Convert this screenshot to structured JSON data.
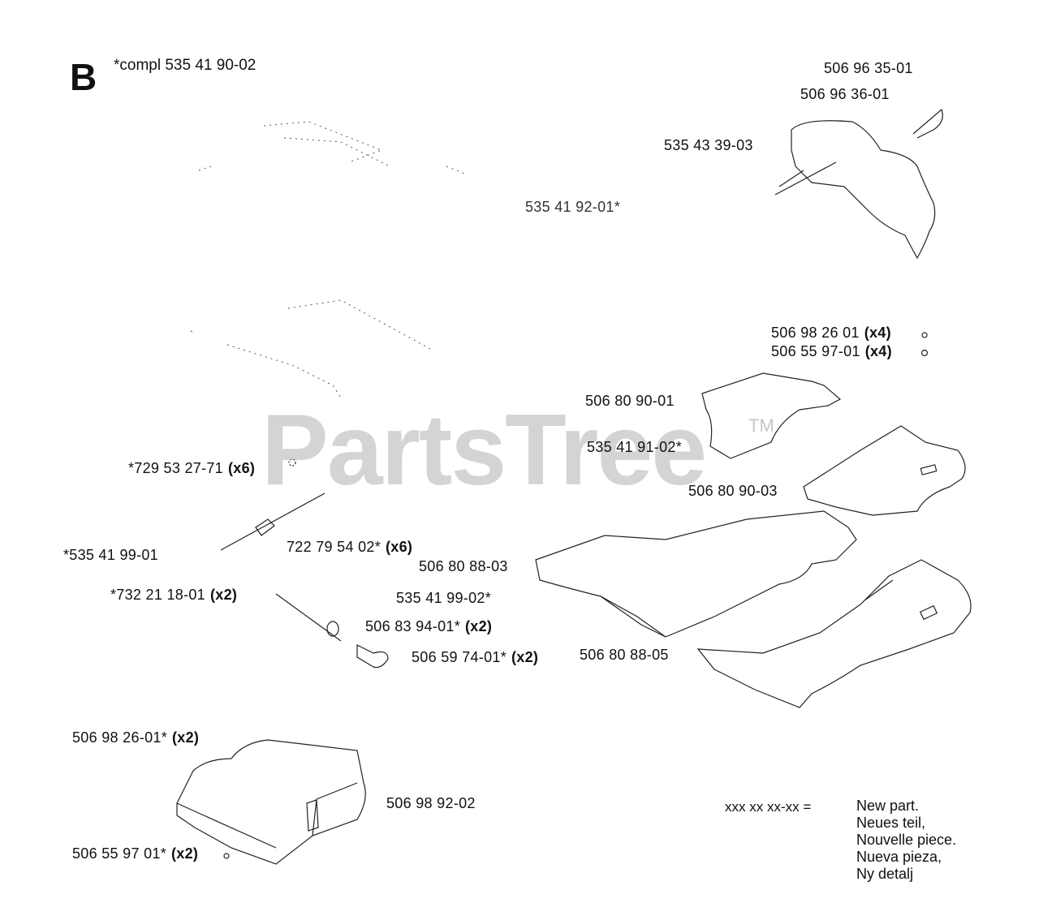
{
  "section_letter": "B",
  "assembly": "*compl 535 41 90-02",
  "watermark": {
    "name": "PartsTree",
    "tm": "TM"
  },
  "labels": [
    {
      "id": "p1",
      "text": "506 96 35-01",
      "qty": ""
    },
    {
      "id": "p2",
      "text": "506 96 36-01",
      "qty": ""
    },
    {
      "id": "p3",
      "text": "535 43 39-03",
      "qty": ""
    },
    {
      "id": "p4",
      "text": "535 41 92-01*",
      "qty": ""
    },
    {
      "id": "p5",
      "text": "506 98 26 01",
      "qty": "(x4)"
    },
    {
      "id": "p6",
      "text": "506 55 97-01",
      "qty": "(x4)"
    },
    {
      "id": "p7",
      "text": "506 80 90-01",
      "qty": ""
    },
    {
      "id": "p8",
      "text": "535 41 91-02*",
      "qty": ""
    },
    {
      "id": "p9",
      "text": "506 80 90-03",
      "qty": ""
    },
    {
      "id": "p10",
      "text": "*729 53 27-71",
      "qty": "(x6)"
    },
    {
      "id": "p11",
      "text": "*535 41 99-01",
      "qty": ""
    },
    {
      "id": "p12",
      "text": "722 79 54 02*",
      "qty": "(x6)"
    },
    {
      "id": "p13",
      "text": "506 80 88-03",
      "qty": ""
    },
    {
      "id": "p14",
      "text": "*732 21 18-01",
      "qty": "(x2)"
    },
    {
      "id": "p15",
      "text": "535 41 99-02*",
      "qty": ""
    },
    {
      "id": "p16",
      "text": "506 83 94-01*",
      "qty": "(x2)"
    },
    {
      "id": "p17",
      "text": "506 59 74-01*",
      "qty": "(x2)"
    },
    {
      "id": "p18",
      "text": "506 80 88-05",
      "qty": ""
    },
    {
      "id": "p19",
      "text": "506 98 26-01*",
      "qty": "(x2)"
    },
    {
      "id": "p20",
      "text": "506 98 92-02",
      "qty": ""
    },
    {
      "id": "p21",
      "text": "506 55 97 01*",
      "qty": "(x2)"
    }
  ],
  "legend": {
    "key": "xxx xx xx-xx  =",
    "lines": [
      "New part.",
      "Neues teil,",
      "Nouvelle piece.",
      "Nueva pieza,",
      "Ny detalj"
    ]
  },
  "colors": {
    "line": "#222222",
    "watermark": "#a0a0a0"
  }
}
